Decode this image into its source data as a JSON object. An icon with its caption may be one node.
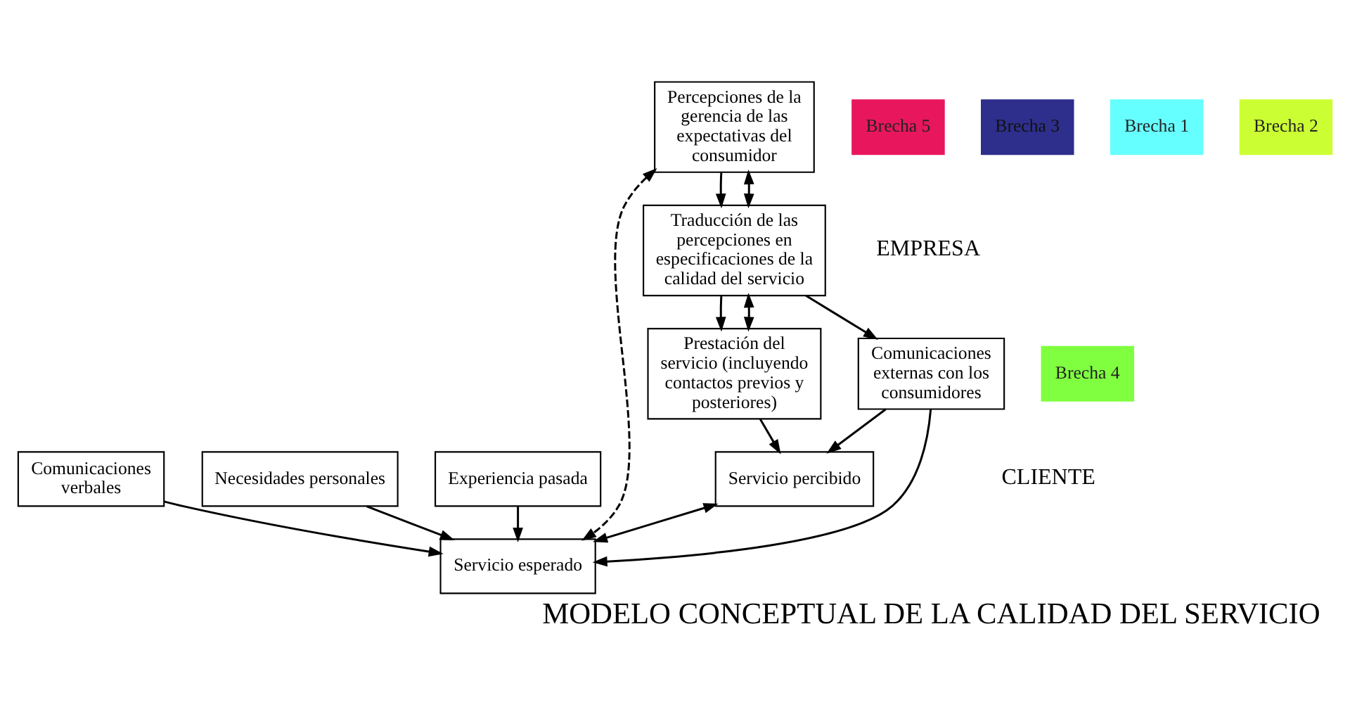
{
  "diagram": {
    "title": "MODELO CONCEPTUAL DE LA CALIDAD DEL SERVICIO",
    "nodes": [
      {
        "text": [
          "Comunicaciones verbales"
        ]
      },
      {
        "text": [
          "Necesidades personales"
        ]
      },
      {
        "text": [
          "Experiencia pasada"
        ]
      },
      {
        "text": [
          "Servicio esperado"
        ]
      },
      {
        "text": [
          "Brecha 5"
        ]
      },
      {
        "text": [
          "Servicio percibido"
        ]
      },
      {
        "text": [
          "Prestación del servicio (incluyendo contactos previos y posteriores)"
        ]
      },
      {
        "text": [
          "Brecha 4"
        ]
      },
      {
        "text": [
          "Comunicaciones externas con los consumidores"
        ]
      },
      {
        "text": [
          "Brecha 3"
        ]
      },
      {
        "text": [
          "Brecha 1"
        ]
      },
      {
        "text": [
          "Traducción de las percepciones en especificaciones de la calidad del servicio"
        ]
      },
      {
        "text": [
          "Brecha 2"
        ]
      },
      {
        "text": [
          "Percepciones de la gerencia de las expectativas del consumidor"
        ]
      }
    ],
    "edges": [
      {
        "from": 0,
        "to": 3,
        "arrow": "to"
      },
      {
        "from": 1,
        "to": 3,
        "arrow": "to"
      },
      {
        "from": 2,
        "to": 3,
        "arrow": "to"
      },
      {
        "from": 5,
        "to": 3,
        "arrow": "both"
      },
      {
        "from": 6,
        "to": 5,
        "arrow": "to"
      },
      {
        "from": 8,
        "to": 3,
        "arrow": "to"
      },
      {
        "from": 8,
        "to": 5,
        "arrow": "to"
      },
      {
        "from": 11,
        "to": 6,
        "arrow": "to"
      },
      {
        "from": 11,
        "to": 6,
        "arrow": "both"
      },
      {
        "from": 11,
        "to": 8,
        "arrow": "to"
      },
      {
        "from": 13,
        "to": 11,
        "arrow": "to"
      },
      {
        "from": 13,
        "to": 11,
        "arrow": "both"
      },
      {
        "from": 13,
        "to": 3,
        "arrow": "both",
        "style": "dashed"
      }
    ],
    "labels": [
      "CLIENTE",
      "EMPRESA"
    ]
  }
}
